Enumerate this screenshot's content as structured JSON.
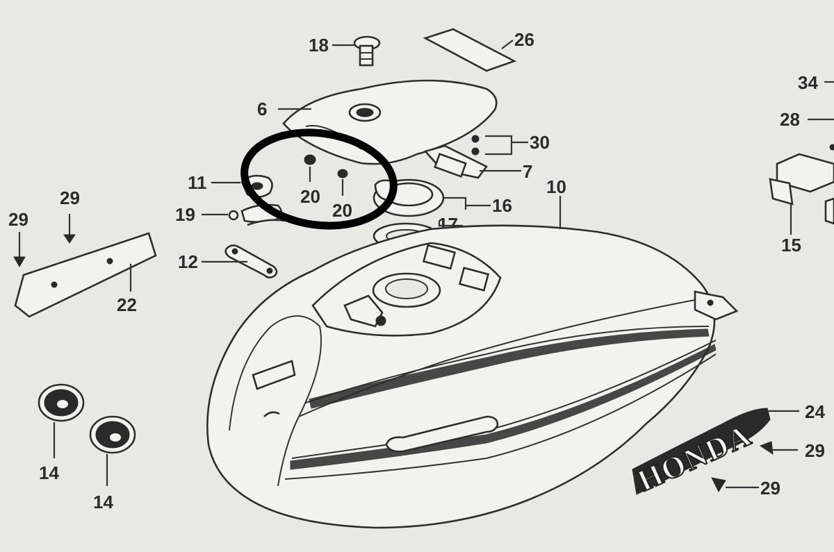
{
  "colors": {
    "background": "#e8e8e4",
    "ink": "#2b2b2b",
    "highlight_circle": "#000000"
  },
  "callouts": {
    "p6": "6",
    "p7": "7",
    "p10": "10",
    "p11": "11",
    "p12": "12",
    "p14a": "14",
    "p14b": "14",
    "p15": "15",
    "p16": "16",
    "p17": "17",
    "p18": "18",
    "p19": "19",
    "p20a": "20",
    "p20b": "20",
    "p22": "22",
    "p24": "24",
    "p26": "26",
    "p28": "28",
    "p29a": "29",
    "p29b": "29",
    "p29c": "29",
    "p29d": "29",
    "p30": "30",
    "p34": "34"
  },
  "emblem": {
    "text": "HONDA"
  }
}
